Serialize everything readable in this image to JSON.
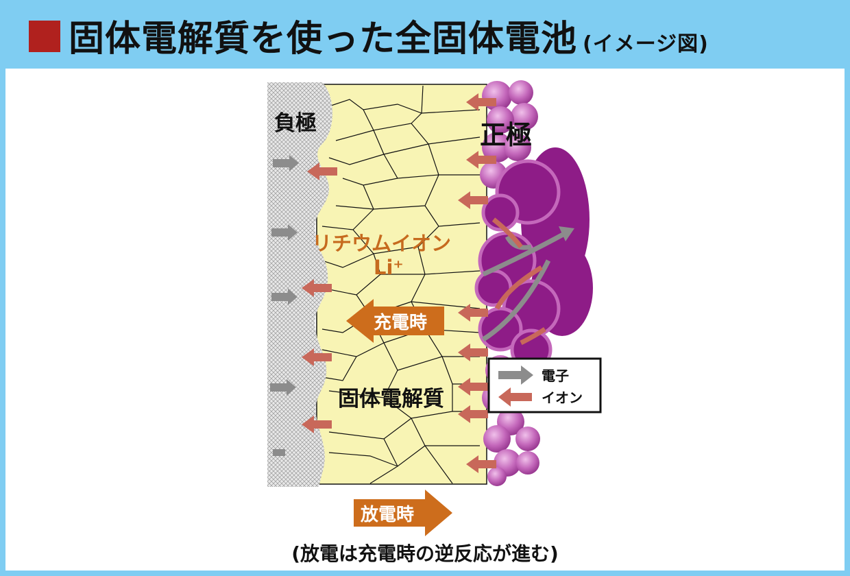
{
  "header": {
    "title": "固体電解質を使った全固体電池",
    "subtitle": "(イメージ図)"
  },
  "diagram": {
    "anode_label": "負極",
    "cathode_label": "正極",
    "ion_label": "リチウムイオン",
    "ion_symbol": "Li⁺",
    "electrolyte_label": "固体電解質",
    "charge_label": "充電時",
    "discharge_label": "放電時",
    "legend": {
      "electron": "電子",
      "ion": "イオン"
    },
    "caption": "(放電は充電時の逆反応が進む)"
  },
  "colors": {
    "frame": "#7fcdf2",
    "accent": "#b0211e",
    "electrolyte": "#f8f4b4",
    "cathode": "#8e1c87",
    "arrow_orange": "#cd6d1c",
    "ion_arrow": "#c8685a",
    "electron_arrow": "#8c8c8c"
  }
}
